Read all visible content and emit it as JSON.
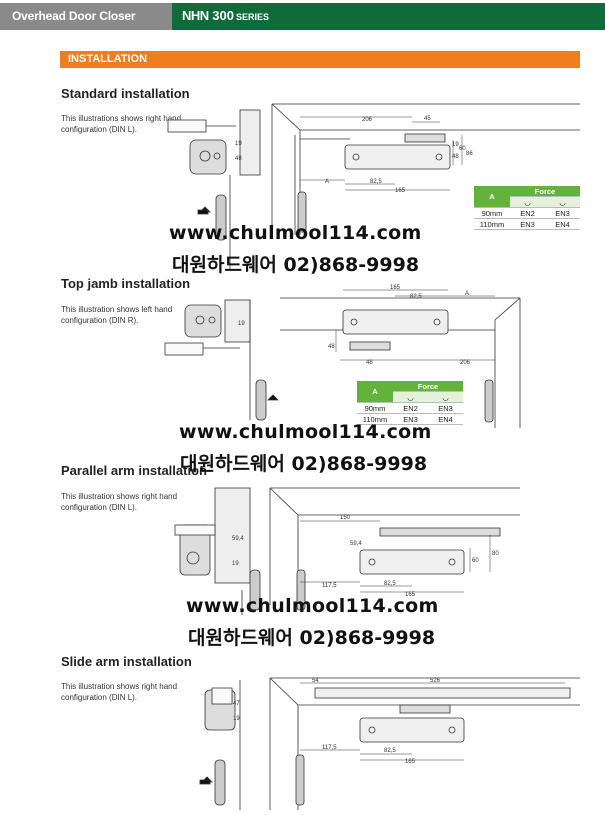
{
  "header": {
    "left_title": "Overhead Door Closer",
    "brand_logo": "NHN",
    "brand_model": "300",
    "brand_series": "SERIES"
  },
  "section_banner": "INSTALLATION",
  "colors": {
    "green": "#0f6b3a",
    "grey": "#8a8a8a",
    "orange": "#f07e1f",
    "table_green": "#63b33a"
  },
  "sections": [
    {
      "title": "Standard installation",
      "description": "This illustrations shows right hand configuration (DIN L).",
      "dims": {
        "d1": "206",
        "d2": "45",
        "d3": "A",
        "d4": "82,5",
        "d5": "165",
        "d6": "19",
        "d7": "48",
        "d8": "60",
        "d9": "86",
        "d10": "19",
        "d11": "48"
      }
    },
    {
      "title": "Top jamb installation",
      "description": "This illustration shows left hand configuration (DIN R).",
      "dims": {
        "d1": "165",
        "d2": "82,5",
        "d3": "A",
        "d4": "48",
        "d5": "206",
        "d6": "48",
        "d7": "19"
      }
    },
    {
      "title": "Parallel arm installation",
      "description": "This illustration shows right hand configuration (DIN L).",
      "dims": {
        "d1": "150",
        "d2": "59,4",
        "d3": "117,5",
        "d4": "82,5",
        "d5": "165",
        "d6": "60",
        "d7": "80",
        "d8": "19",
        "d9": "59,4"
      }
    },
    {
      "title": "Slide arm installation",
      "description": "This illustration shows right hand configuration (DIN L).",
      "dims": {
        "d1": "54",
        "d2": "526",
        "d3": "117,5",
        "d4": "82,5",
        "d5": "165",
        "d6": "47",
        "d7": "19"
      }
    }
  ],
  "force_table": {
    "col_a": "A",
    "col_force": "Force",
    "rows": [
      {
        "a": "90mm",
        "c1": "EN2",
        "c2": "EN3"
      },
      {
        "a": "110mm",
        "c1": "EN3",
        "c2": "EN4"
      }
    ]
  },
  "watermark": {
    "url": "www.chulmool114.com",
    "line2": "대원하드웨어 02)868-9998"
  }
}
